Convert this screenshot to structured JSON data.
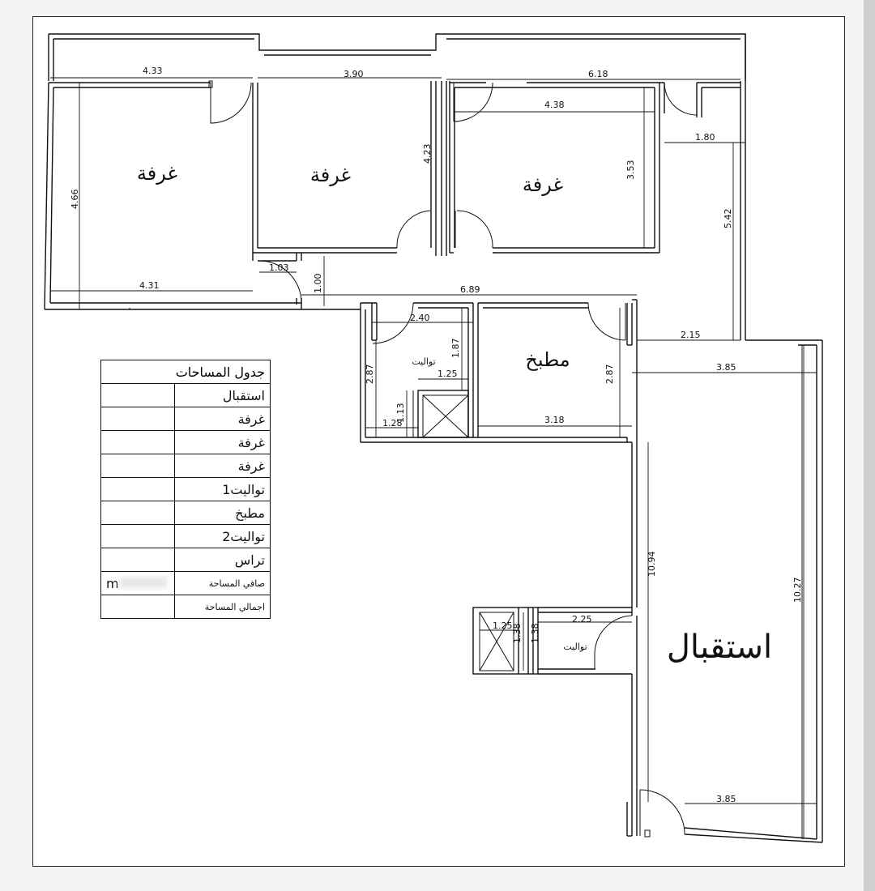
{
  "rooms": {
    "room1": "غرفة",
    "room2": "غرفة",
    "room3": "غرفة",
    "kitchen": "مطبخ",
    "toilet1": "تواليت",
    "toilet2": "تواليت",
    "reception": "استقبال"
  },
  "dimensions": {
    "d_433": "4.33",
    "d_390": "3.90",
    "d_618": "6.18",
    "d_438": "4.38",
    "d_180": "1.80",
    "d_466": "4.66",
    "d_423": "4.23",
    "d_353": "3.53",
    "d_542": "5.42",
    "d_103": "1.03",
    "d_100": "1.00",
    "d_431": "4.31",
    "d_689": "6.89",
    "d_240": "2.40",
    "d_187": "1.87",
    "d_215": "2.15",
    "d_287a": "2.87",
    "d_125a": "1.25",
    "d_385a": "3.85",
    "d_287b": "2.87",
    "d_113": "1.13",
    "d_128": "1.28",
    "d_318": "3.18",
    "d_1094": "10.94",
    "d_1027": "10.27",
    "d_225": "2.25",
    "d_125b": "1.25",
    "d_138a": "1.38",
    "d_138b": "1.38",
    "d_385b": "3.85"
  },
  "area_table": {
    "title": "جدول المساحات",
    "rows": [
      "استقبال",
      "غرفة",
      "غرفة",
      "غرفة",
      "تواليت1",
      "مطبخ",
      "تواليت2",
      "تراس",
      "صافي المساحة",
      "اجمالي المساحة"
    ],
    "partial_value": "m"
  }
}
